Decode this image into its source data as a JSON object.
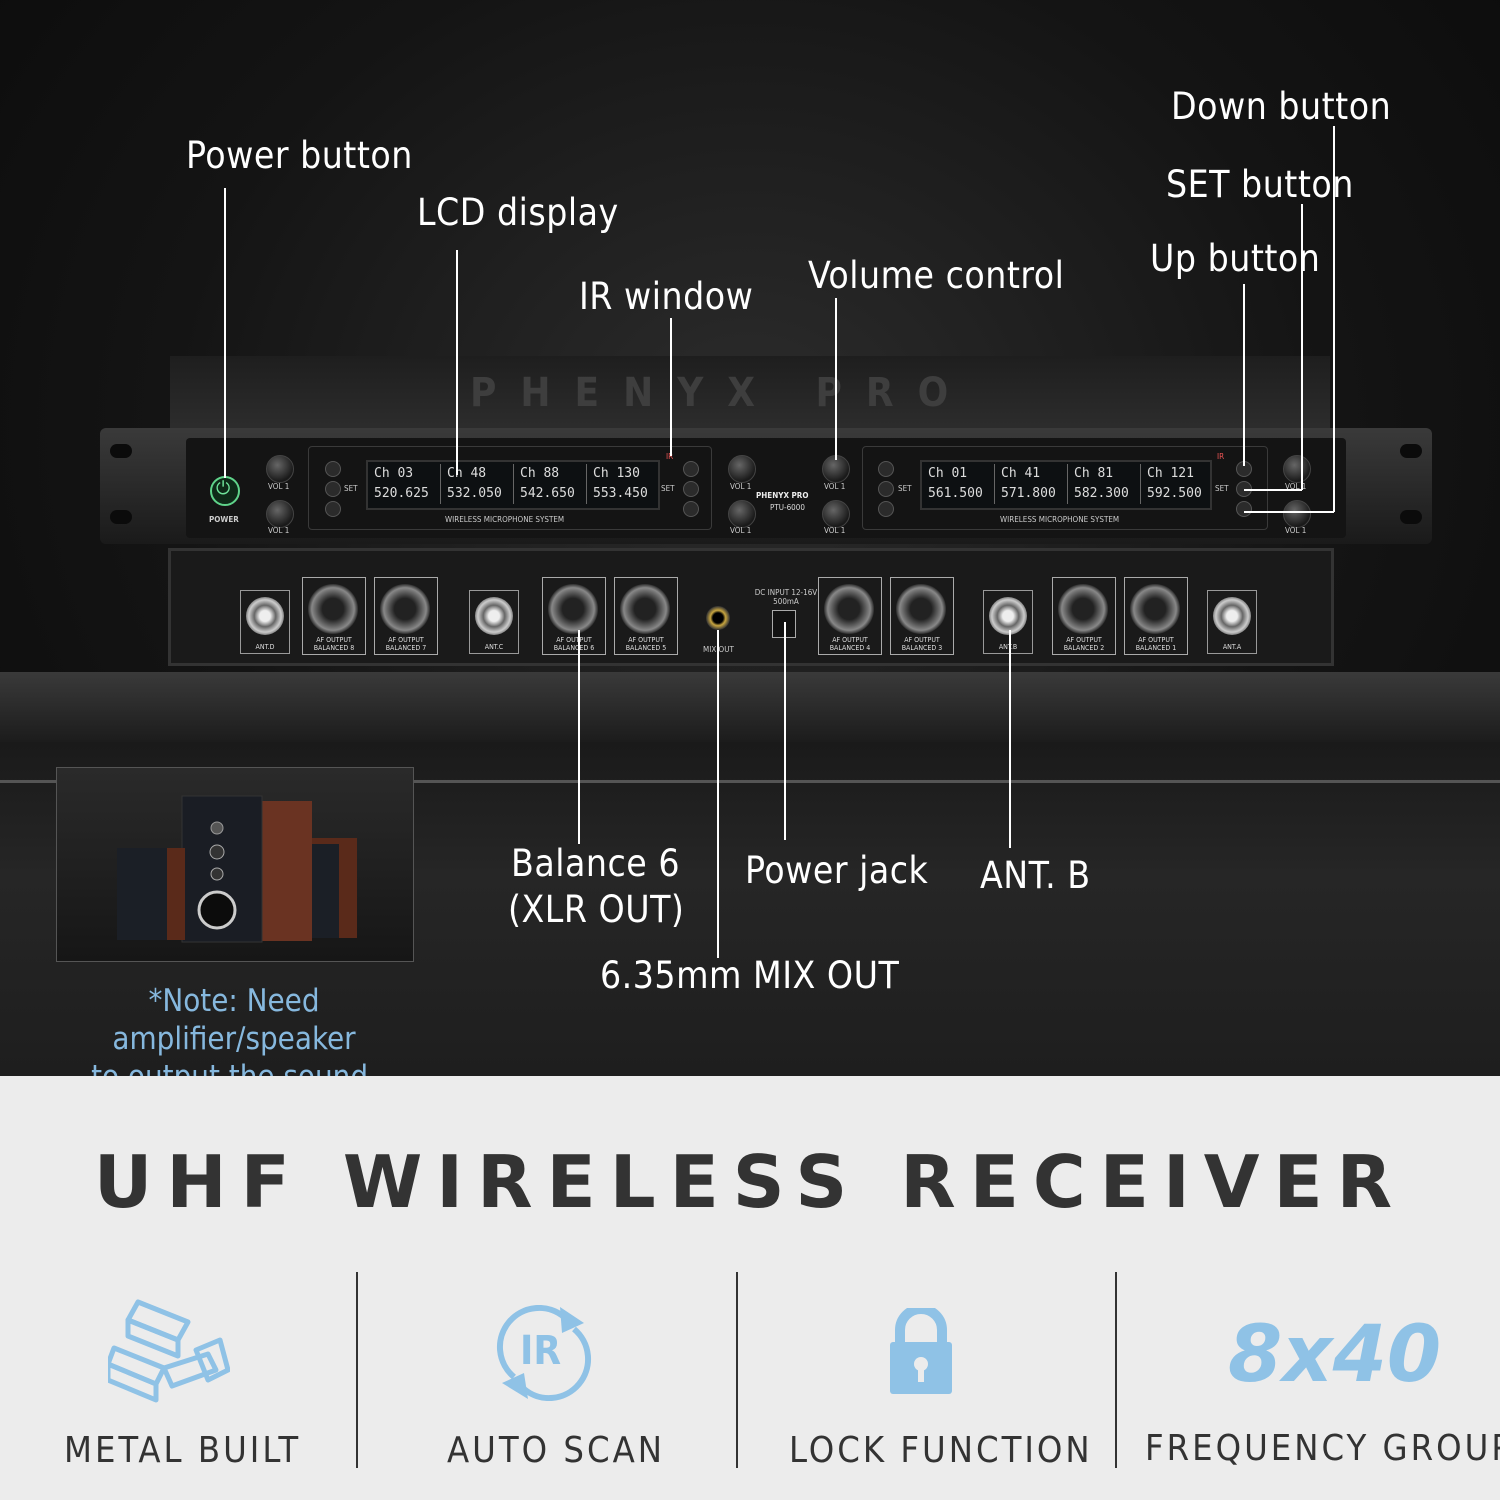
{
  "callouts": {
    "power_button": "Power button",
    "lcd_display": "LCD display",
    "ir_window": "IR window",
    "volume_control": "Volume control",
    "down_button": "Down button",
    "set_button": "SET button",
    "up_button": "Up button",
    "balance6_line1": "Balance 6",
    "balance6_line2": "(XLR OUT)",
    "power_jack": "Power jack",
    "ant_b": "ANT. B",
    "mix_out": "6.35mm MIX OUT"
  },
  "device": {
    "lid_brand": "PHENYX PRO",
    "brand": "PHENYX PRO",
    "model": "PTU-6000",
    "power_label": "POWER",
    "vol_label": "VOL 1",
    "set_label": "SET",
    "panel_caption": "WIRELESS MICROPHONE SYSTEM",
    "ir_label": "IR",
    "dc_input": "DC INPUT 12-16V 500mA",
    "mix_out_label": "MIX OUT",
    "left_lcd": [
      {
        "ch": "Ch 03",
        "freq": "520.625"
      },
      {
        "ch": "Ch 48",
        "freq": "532.050"
      },
      {
        "ch": "Ch 88",
        "freq": "542.650"
      },
      {
        "ch": "Ch 130",
        "freq": "553.450"
      }
    ],
    "right_lcd": [
      {
        "ch": "Ch 01",
        "freq": "561.500"
      },
      {
        "ch": "Ch 41",
        "freq": "571.800"
      },
      {
        "ch": "Ch 81",
        "freq": "582.300"
      },
      {
        "ch": "Ch 121",
        "freq": "592.500"
      }
    ],
    "rear": {
      "ant_d": "ANT.D",
      "ant_c": "ANT.C",
      "ant_b": "ANT.B",
      "ant_a": "ANT.A",
      "xlr": [
        "AF OUTPUT BALANCED 8",
        "AF OUTPUT BALANCED 7",
        "AF OUTPUT BALANCED 6",
        "AF OUTPUT BALANCED 5",
        "AF OUTPUT BALANCED 4",
        "AF OUTPUT BALANCED 3",
        "AF OUTPUT BALANCED 2",
        "AF OUTPUT BALANCED 1"
      ]
    }
  },
  "note": {
    "line1": "*Note: Need amplifier/speaker",
    "line2": "to output the sound."
  },
  "headline": "UHF WIRELESS RECEIVER",
  "features": [
    {
      "label": "METAL BUILT",
      "icon": "metal-bars-icon"
    },
    {
      "label": "AUTO SCAN",
      "icon": "ir-scan-icon",
      "icon_text": "IR"
    },
    {
      "label": "LOCK FUNCTION",
      "icon": "padlock-icon"
    },
    {
      "label": "FREQUENCY GROUPS",
      "icon_text": "8x40"
    }
  ],
  "colors": {
    "accent": "#8fc2e6",
    "headline": "#333333",
    "note": "#86b8de"
  }
}
